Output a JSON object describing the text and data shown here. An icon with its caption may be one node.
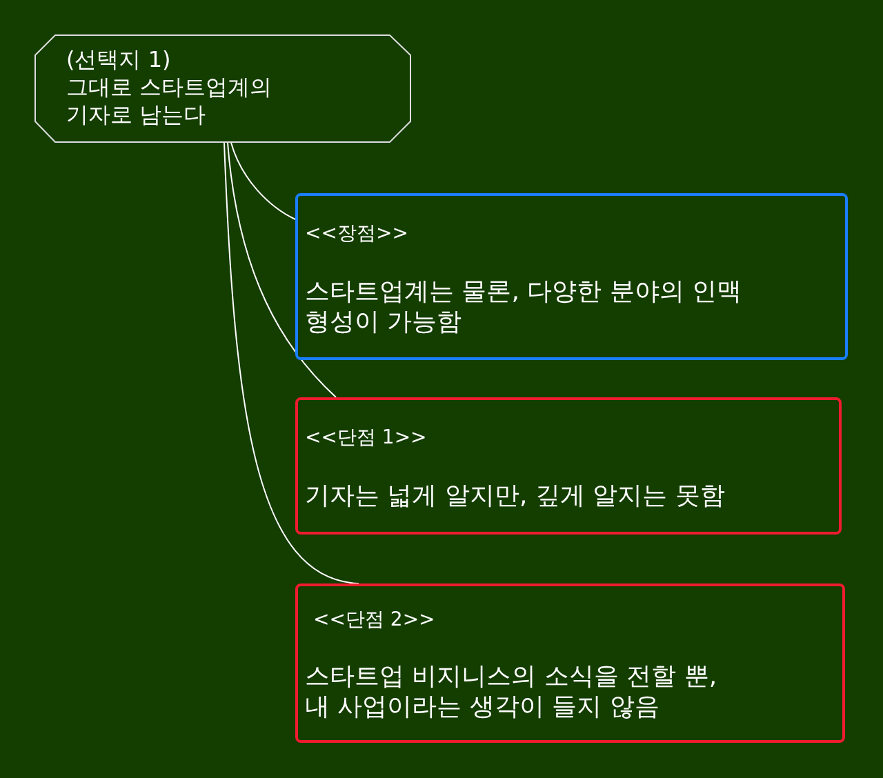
{
  "diagram": {
    "nodes": [
      {
        "text": [
          "(선택지 1)",
          "그대로 스타트업계의 기자로 남는다"
        ]
      },
      {
        "text": [
          "<<장점>>",
          "스타트업계는 물론, 다양한 분야의 인맥 형성이 가능함"
        ]
      },
      {
        "text": [
          "<<단점 1>>",
          "기자는 넓게 알지만, 깊게 알지는 못함"
        ]
      },
      {
        "text": [
          "<<단점 2>>",
          "스타트업 비지니스의 소식을 전할 뿐, 내 사업이라는 생각이 들지 않음"
        ]
      }
    ],
    "edges": [
      {
        "from": 0,
        "to": 1,
        "arrow": "none"
      },
      {
        "from": 0,
        "to": 2,
        "arrow": "none"
      },
      {
        "from": 0,
        "to": 3,
        "arrow": "none"
      }
    ]
  }
}
